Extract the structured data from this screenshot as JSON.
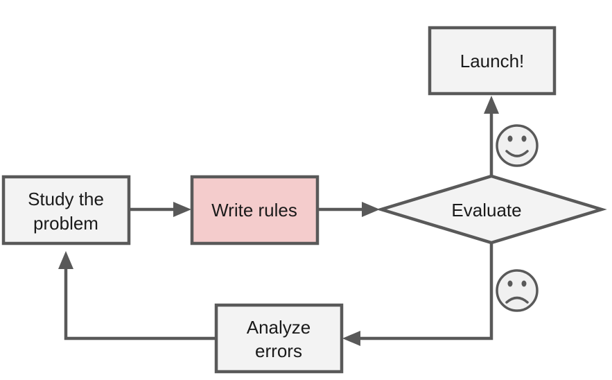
{
  "colors": {
    "stroke": "#595959",
    "box_fill": "#f3f3f3",
    "highlight_fill": "#f4cccc",
    "text": "#1a1a1a"
  },
  "nodes": {
    "study": {
      "line1": "Study the",
      "line2": "problem"
    },
    "write": {
      "label": "Write rules"
    },
    "evaluate": {
      "label": "Evaluate"
    },
    "launch": {
      "label": "Launch!"
    },
    "analyze": {
      "line1": "Analyze",
      "line2": "errors"
    }
  },
  "icons": {
    "success": "happy-face-icon",
    "failure": "sad-face-icon"
  }
}
